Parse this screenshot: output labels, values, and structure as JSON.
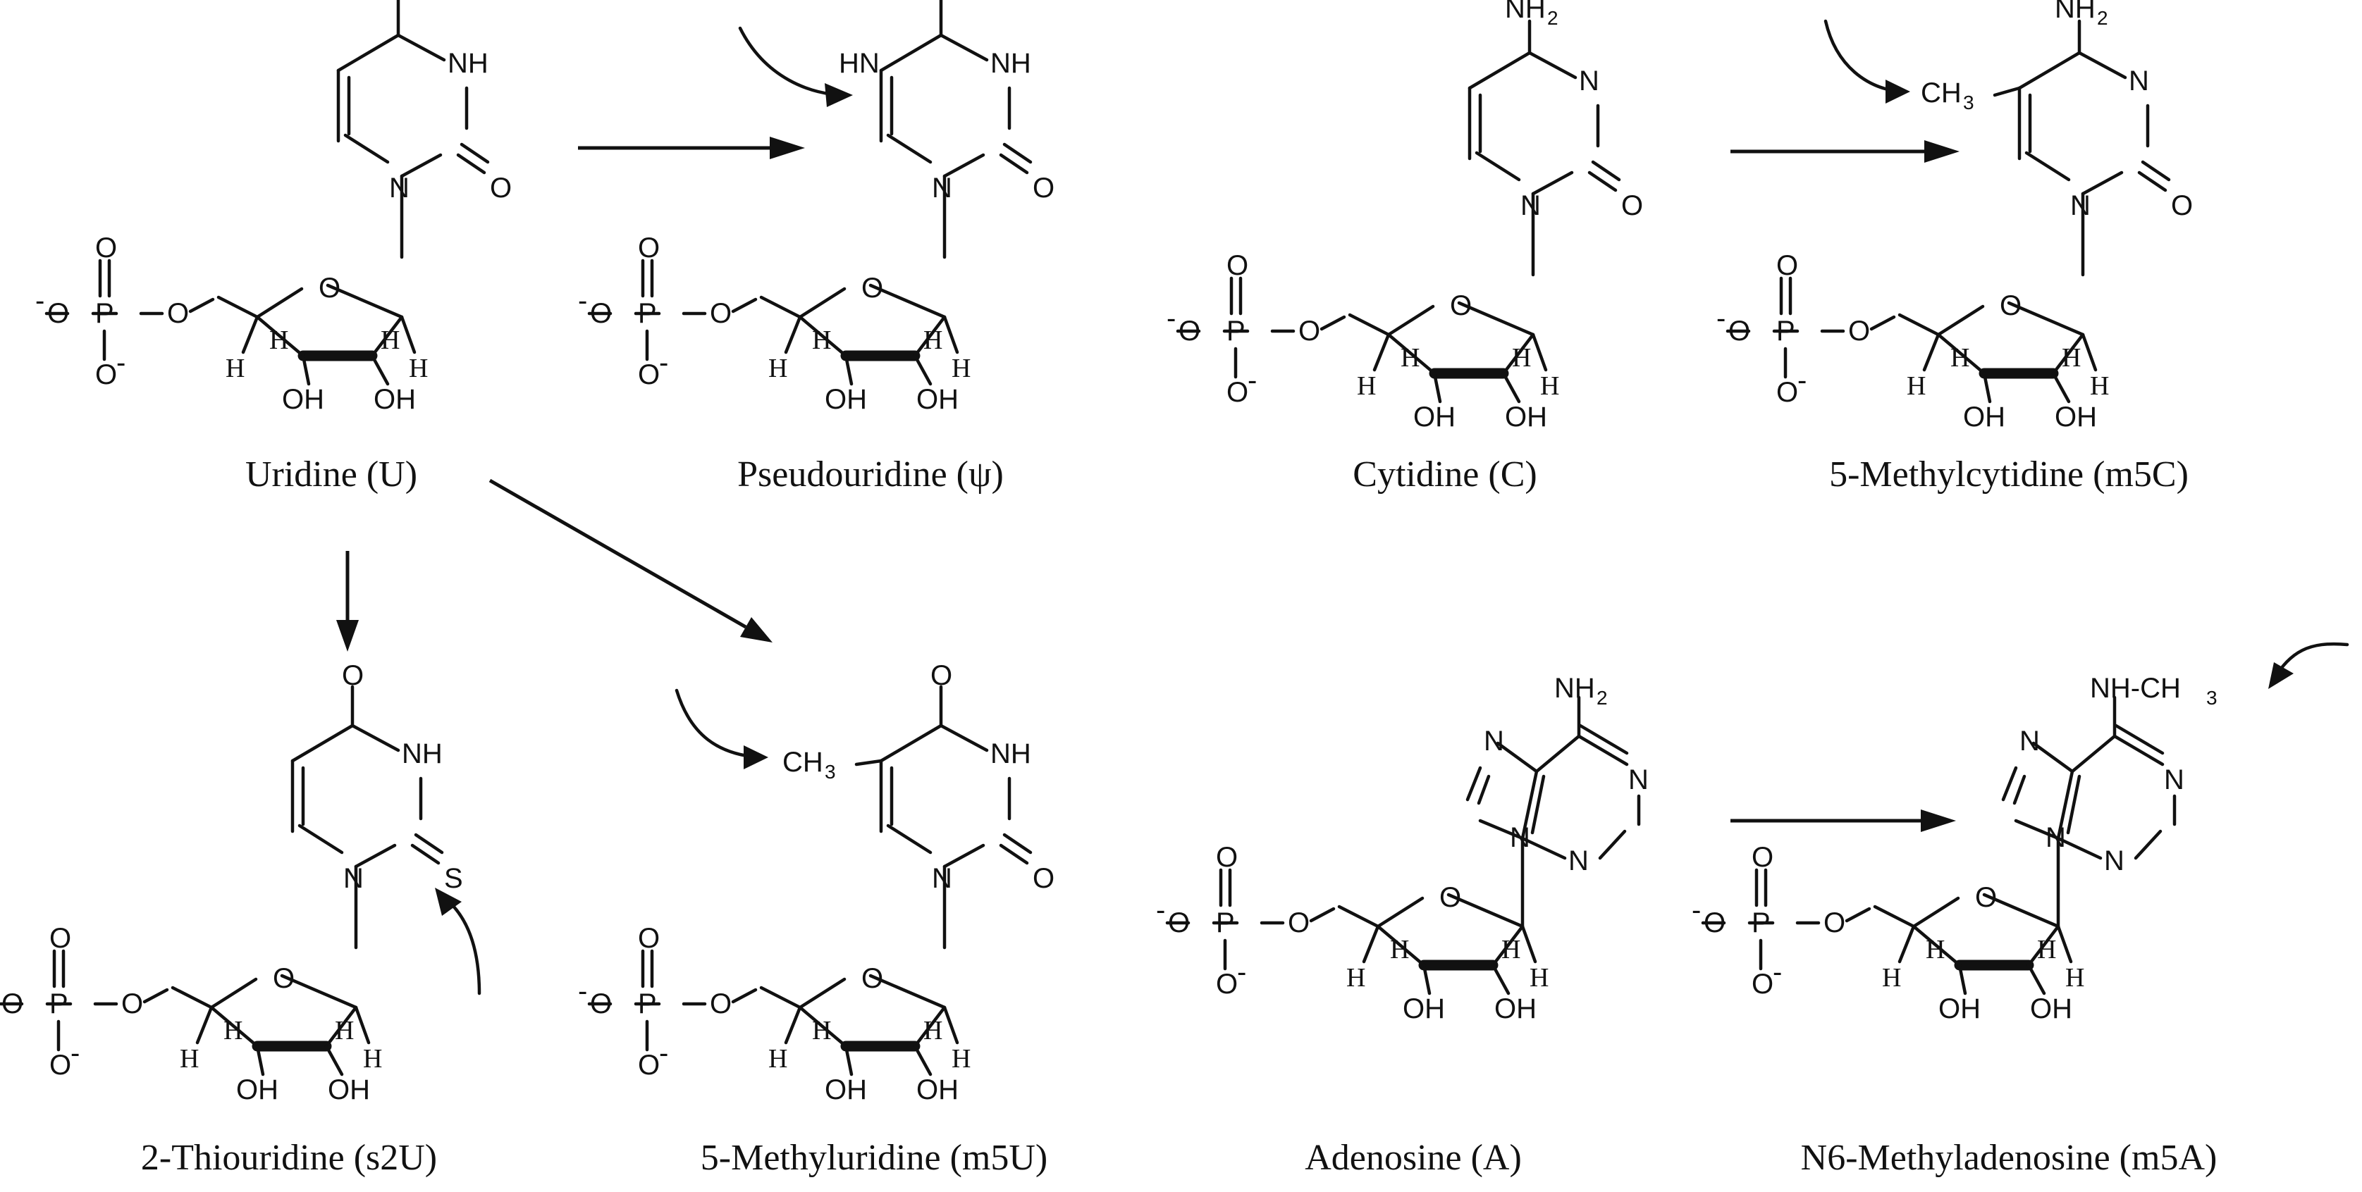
{
  "atom_labels": {
    "O": "O",
    "NH": "NH",
    "HN": "HN",
    "N": "N",
    "S": "S",
    "P": "P",
    "H": "H",
    "OH": "OH",
    "minus": "-",
    "NH2": "NH",
    "CH3": "CH",
    "sub2": "2",
    "sub3": "3",
    "NHCH3": "NH-CH"
  },
  "molecules": [
    {
      "id": "uridine",
      "caption": "Uridine (U)"
    },
    {
      "id": "pseudouridine",
      "caption": "Pseudouridine (ψ)"
    },
    {
      "id": "cytidine",
      "caption": "Cytidine (C)"
    },
    {
      "id": "methylcytidine",
      "caption": "5-Methylcytidine (m5C)"
    },
    {
      "id": "thiouridine",
      "caption": "2-Thiouridine (s2U)"
    },
    {
      "id": "methyluridine",
      "caption": "5-Methyluridine (m5U)"
    },
    {
      "id": "adenosine",
      "caption": "Adenosine (A)"
    },
    {
      "id": "methyladenosine",
      "caption": "N6-Methyladenosine (m5A)"
    }
  ],
  "reactions": [
    {
      "from": "uridine",
      "to": "pseudouridine"
    },
    {
      "from": "uridine",
      "to": "thiouridine"
    },
    {
      "from": "uridine",
      "to": "methyluridine"
    },
    {
      "from": "cytidine",
      "to": "methylcytidine"
    },
    {
      "from": "adenosine",
      "to": "methyladenosine"
    }
  ],
  "colors": {
    "ink": "#111111",
    "background": "#ffffff"
  }
}
